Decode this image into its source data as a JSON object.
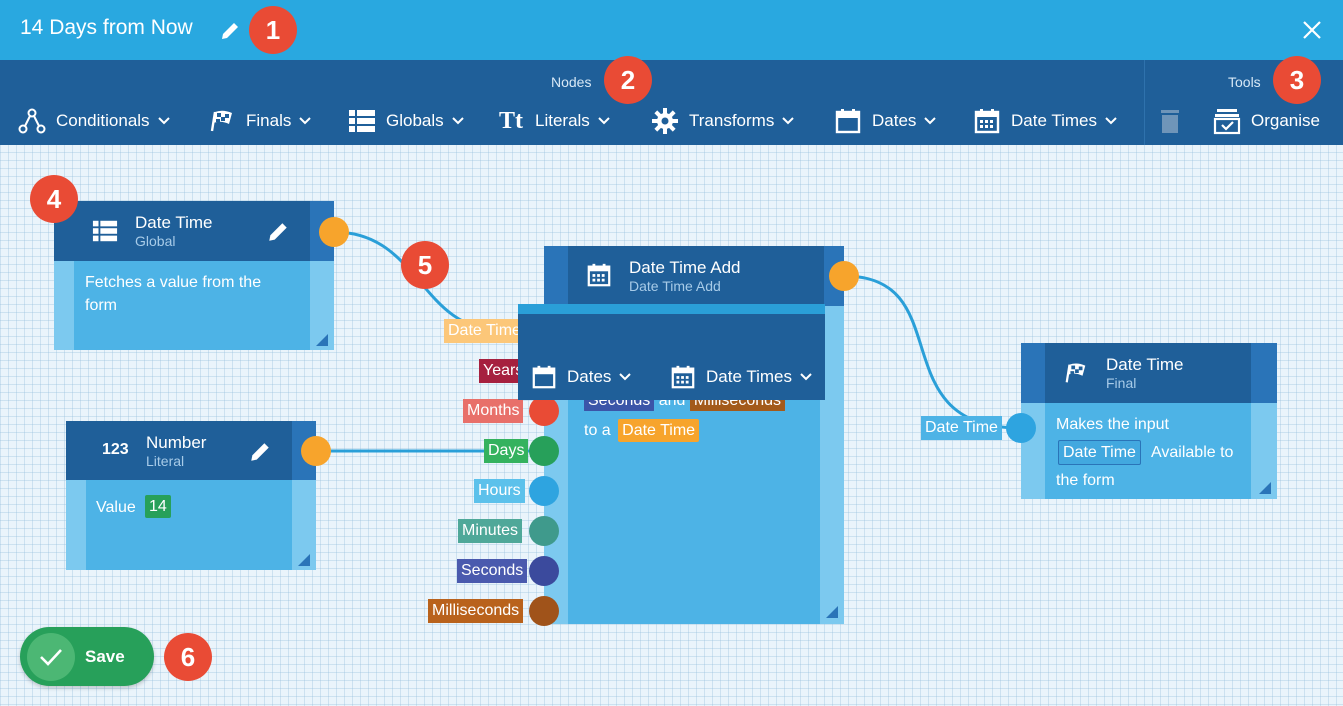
{
  "header": {
    "title": "14 Days from Now",
    "close_label": "close"
  },
  "toolbar": {
    "nodes_label": "Nodes",
    "tools_label": "Tools",
    "items": [
      {
        "label": "Conditionals",
        "icon": "conditionals-icon"
      },
      {
        "label": "Finals",
        "icon": "flag-icon"
      },
      {
        "label": "Globals",
        "icon": "list-icon"
      },
      {
        "label": "Literals",
        "icon": "text-icon"
      },
      {
        "label": "Transforms",
        "icon": "gear-icon"
      },
      {
        "label": "Dates",
        "icon": "calendar-icon"
      },
      {
        "label": "Date Times",
        "icon": "calendar-grid-icon"
      }
    ],
    "organise_label": "Organise"
  },
  "badges": [
    "1",
    "2",
    "3",
    "4",
    "5",
    "6"
  ],
  "nodes": {
    "global": {
      "title": "Date Time",
      "subtitle": "Global",
      "body": "Fetches a value from the form"
    },
    "number": {
      "title": "Number",
      "subtitle": "Literal",
      "icon_text": "123",
      "value_label": "Value",
      "value": "14"
    },
    "add": {
      "title": "Date Time Add",
      "subtitle": "Date Time Add",
      "inputs": [
        "Date Time",
        "Years",
        "Months",
        "Days",
        "Hours",
        "Minutes",
        "Seconds",
        "Milliseconds"
      ],
      "body_fragment_a": "Seconds",
      "body_fragment_and": "and",
      "body_fragment_b": "Milliseconds",
      "body_to": "to a",
      "body_chip": "Date Time"
    },
    "final": {
      "title": "Date Time",
      "subtitle": "Final",
      "input_label": "Date Time",
      "body_a": "Makes the input",
      "body_chip": "Date Time",
      "body_b": "Available to",
      "body_c": "the form"
    }
  },
  "dropdown": {
    "dates_label": "Dates",
    "datetimes_label": "Date Times"
  },
  "save": {
    "label": "Save"
  },
  "colors": {
    "header": "#29a8e0",
    "toolbar": "#1f5f99",
    "node_body": "#4db3e6",
    "badge": "#e94b35",
    "save": "#27a05a"
  }
}
